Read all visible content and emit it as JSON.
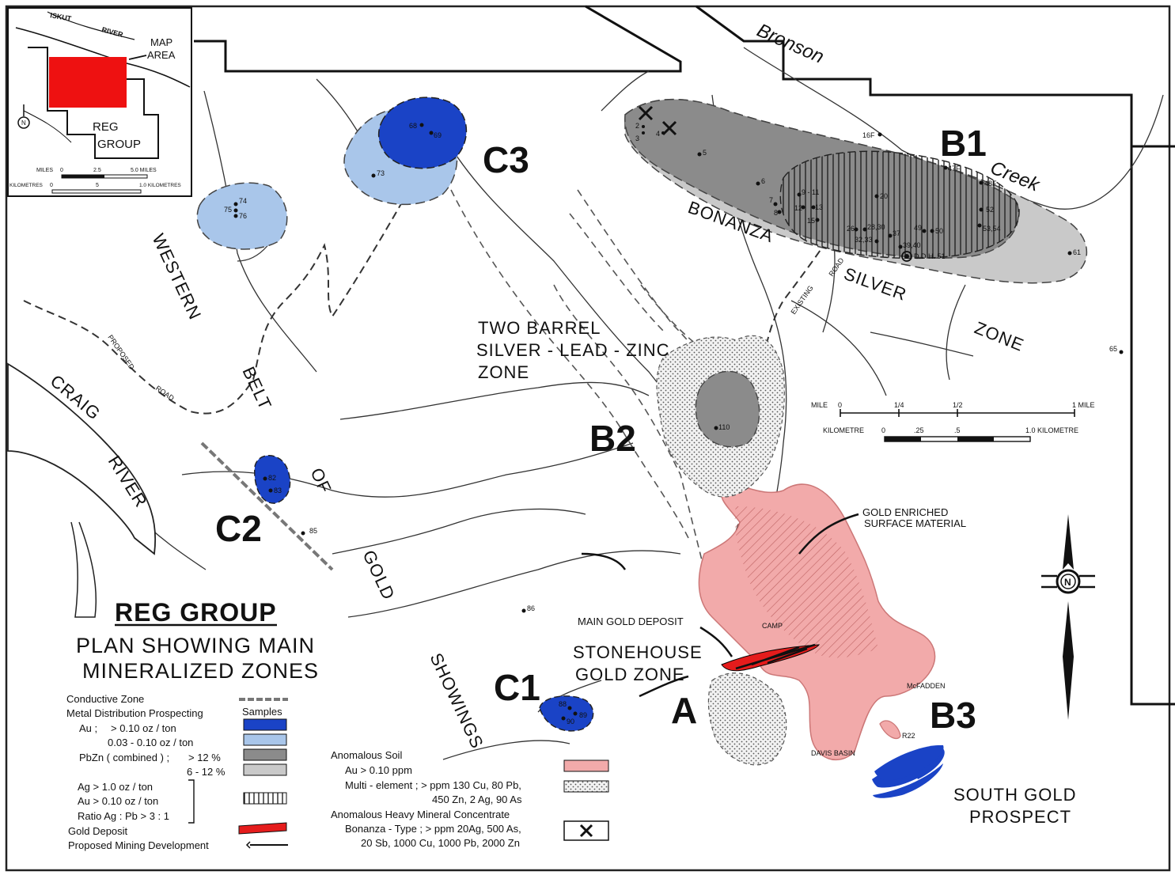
{
  "colors": {
    "au_high": "#1a43c6",
    "au_low": "#a9c6ea",
    "pbzn_high": "#8b8b8b",
    "pbzn_low": "#c9c9c9",
    "soil_au": "#f2aaaa",
    "gold_deposit": "#e51c1c",
    "inset_area": "#ee1111"
  },
  "title": {
    "main": "REG GROUP",
    "line1": "PLAN SHOWING MAIN",
    "line2": "MINERALIZED ZONES"
  },
  "inset": {
    "river": "ISKUT",
    "river2": "RIVER",
    "map_area_1": "MAP",
    "map_area_2": "AREA",
    "group_1": "REG",
    "group_2": "GROUP",
    "north": "N",
    "miles_label": "MILES",
    "miles_ticks": [
      "0",
      "2.5",
      "5.0 MILES"
    ],
    "km_label": "KILOMETRES",
    "km_ticks": [
      "0",
      "5",
      "1.0 KILOMETRES"
    ]
  },
  "zones": {
    "c1": "C1",
    "c2": "C2",
    "c3": "C3",
    "b1": "B1",
    "b2": "B2",
    "b3": "B3",
    "a": "A"
  },
  "labels": {
    "western": "WESTERN",
    "belt": "BELT",
    "of": "OF",
    "gold": "GOLD",
    "showings": "SHOWINGS",
    "craig": "CRAIG",
    "river": "RIVER",
    "bronson": "Bronson",
    "creek": "Creek",
    "proposed": "PROPOSED",
    "road": "ROAD",
    "existing": "EXISTING",
    "road2": "ROAD",
    "bonanza": "BONANZA",
    "silver": "SILVER",
    "zone": "ZONE",
    "two_barrel_1": "TWO  BARREL",
    "two_barrel_2": "SILVER - LEAD - ZINC",
    "two_barrel_3": "ZONE",
    "gold_enriched_1": "GOLD  ENRICHED",
    "gold_enriched_2": "SURFACE  MATERIAL",
    "main_gold_deposit": "MAIN GOLD DEPOSIT",
    "camp": "CAMP",
    "stonehouse_1": "STONEHOUSE",
    "stonehouse_2": "GOLD  ZONE",
    "mcfadden": "McFADDEN",
    "davis_basin": "DAVIS BASIN",
    "r22": "R22",
    "south_gold_1": "SOUTH  GOLD",
    "south_gold_2": "PROSPECT",
    "ddh": "D.D.H. 51",
    "north": "N"
  },
  "points": {
    "p68": "68",
    "p69": "69",
    "p73": "73",
    "p74": "74",
    "p75": "75",
    "p76": "76",
    "p82": "82",
    "p83": "83",
    "p85": "85",
    "p86": "86",
    "p88": "88",
    "p89": "89",
    "p90": "90",
    "p110": "110",
    "p2": "2",
    "p3": "3",
    "p4": "4",
    "p5": "5",
    "p6": "6",
    "p7": "7",
    "p8": "8",
    "p9_11": "9 - 11",
    "p12": "12",
    "p13": "13",
    "p15": "15",
    "p20": "20",
    "p26": "26",
    "p28_30": "28,30",
    "p32_33": "32,33",
    "p37": "37",
    "p39_40": "39,40",
    "p49": "49",
    "p50": "50",
    "p52": "52",
    "p53_54": "53,54",
    "p16f": "16F",
    "p47f": "47F",
    "p48f": "48F",
    "p61": "61",
    "p65": "65"
  },
  "scale": {
    "mile_label": "MILE",
    "mile_ticks": [
      "0",
      "1/4",
      "1/2",
      "1  MILE"
    ],
    "km_label": "KILOMETRE",
    "km_ticks": [
      "0",
      ".25",
      ".5",
      "1.0  KILOMETRE"
    ]
  },
  "legend": {
    "conductive": "Conductive  Zone",
    "metal_dist": "Metal  Distribution  Prospecting",
    "samples": "Samples",
    "au_label": "Au ;",
    "au_high": ">  0.10  oz / ton",
    "au_low": "0.03 - 0.10  oz / ton",
    "pbzn_label": "PbZn ( combined ) ;",
    "pbzn_high": ">  12 %",
    "pbzn_low": "6 - 12 %",
    "ag_line": "Ag  >  1.0  oz / ton",
    "au_line": "Au  >  0.10  oz / ton",
    "ratio_line": "Ratio  Ag : Pb   > 3 : 1",
    "gold_deposit": "Gold  Deposit",
    "proposed_mining": "Proposed  Mining  Development",
    "anom_soil": "Anomalous  Soil",
    "soil_au": "Au  >  0.10 ppm",
    "multi1": "Multi - element ;  > ppm   130 Cu,  80 Pb,",
    "multi2": "450 Zn,  2 Ag,  90 As",
    "heavy": "Anomalous  Heavy  Mineral  Concentrate",
    "bonanza1": "Bonanza - Type ;  > ppm   20Ag,  500 As,",
    "bonanza2": "20 Sb,  1000 Cu,  1000 Pb,  2000 Zn"
  }
}
